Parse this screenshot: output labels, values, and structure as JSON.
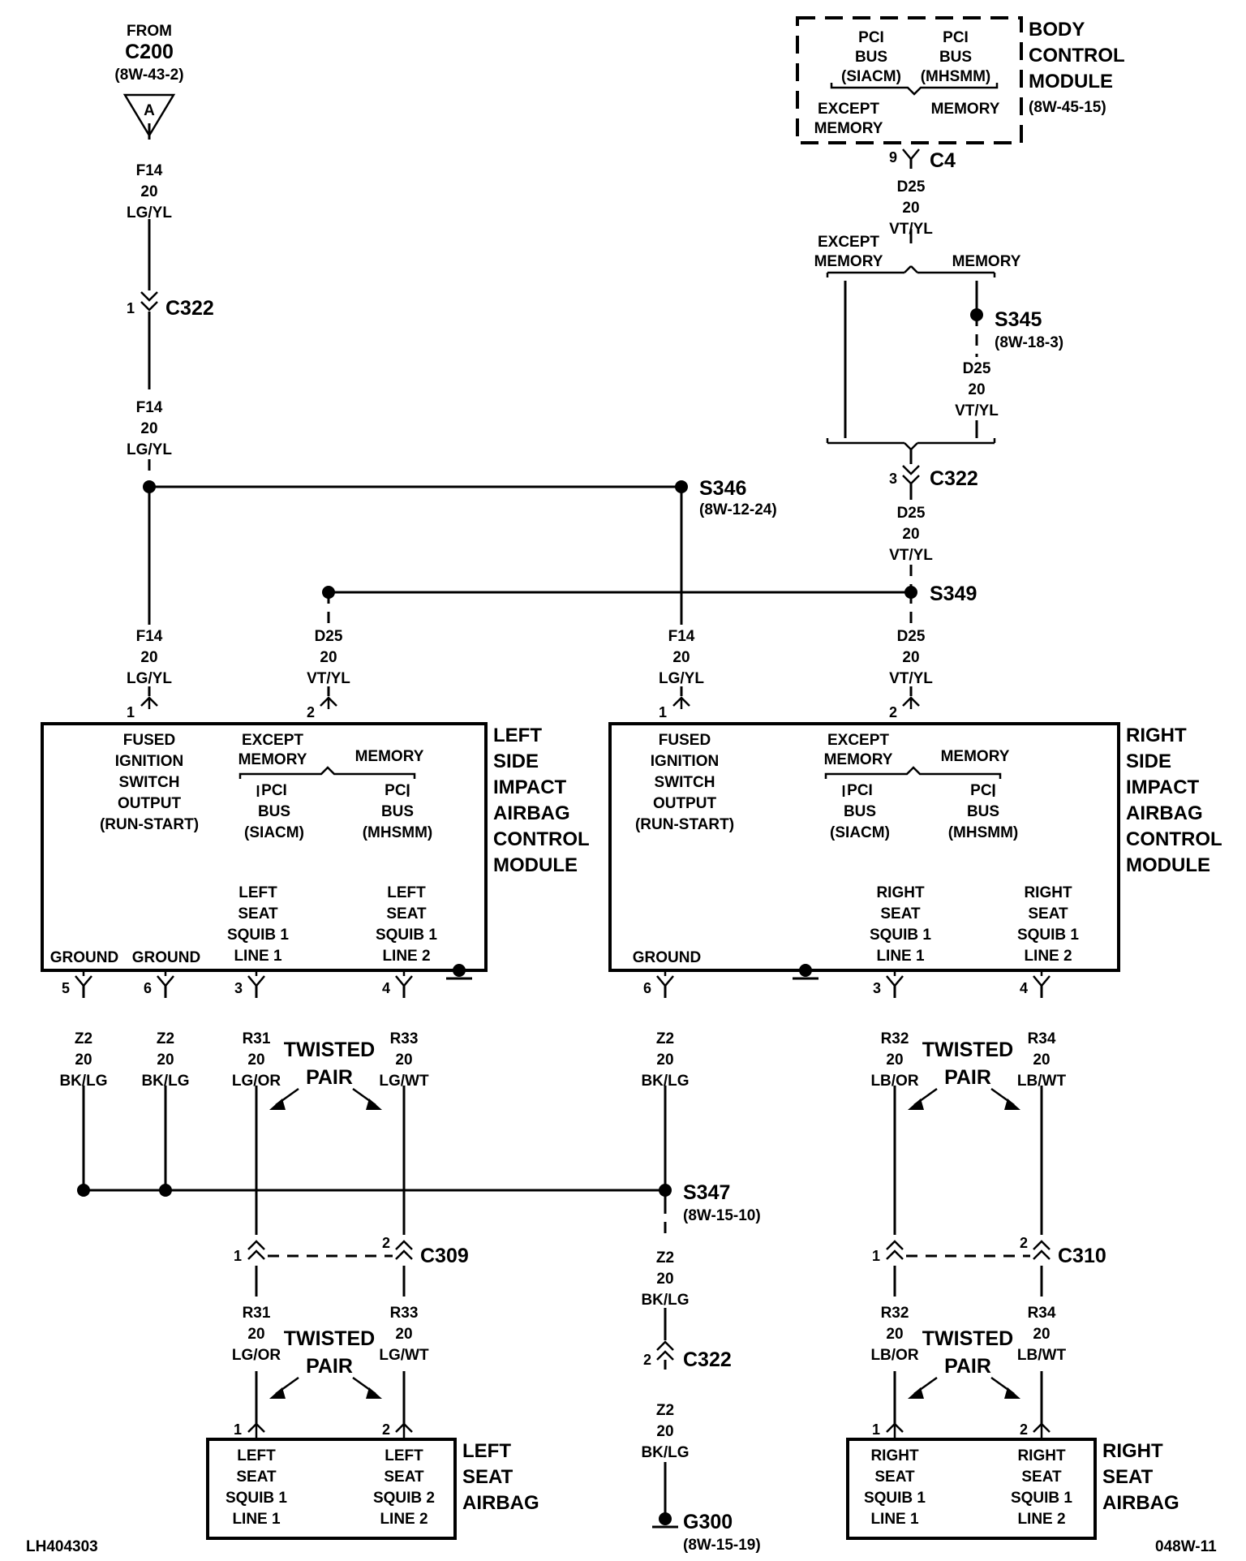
{
  "from": {
    "from_label": "FROM",
    "connector": "C200",
    "ref": "(8W-43-2)",
    "tri_letter": "A"
  },
  "wires": {
    "f14": [
      "F14",
      "20",
      "LG/YL"
    ],
    "d25": [
      "D25",
      "20",
      "VT/YL"
    ],
    "z2": [
      "Z2",
      "20",
      "BK/LG"
    ],
    "r31": [
      "R31",
      "20",
      "LG/OR"
    ],
    "r33": [
      "R33",
      "20",
      "LG/WT"
    ],
    "r32": [
      "R32",
      "20",
      "LB/OR"
    ],
    "r34": [
      "R34",
      "20",
      "LB/WT"
    ]
  },
  "connectors": {
    "c322": "C322",
    "c4": "C4",
    "c309": "C309",
    "c310": "C310"
  },
  "splices": {
    "s345": {
      "name": "S345",
      "ref": "(8W-18-3)"
    },
    "s346": {
      "name": "S346",
      "ref": "(8W-12-24)"
    },
    "s347": {
      "name": "S347",
      "ref": "(8W-15-10)"
    },
    "s349": {
      "name": "S349"
    }
  },
  "ground": {
    "name": "G300",
    "ref": "(8W-15-19)"
  },
  "bcm": {
    "title": [
      "BODY",
      "CONTROL",
      "MODULE"
    ],
    "ref": "(8W-45-15)",
    "pci_left": [
      "PCI",
      "BUS",
      "(SIACM)"
    ],
    "pci_right": [
      "PCI",
      "BUS",
      "(MHSMM)"
    ],
    "except": [
      "EXCEPT",
      "MEMORY"
    ],
    "memory": "MEMORY",
    "pin": "9"
  },
  "branch": {
    "except": [
      "EXCEPT",
      "MEMORY"
    ],
    "memory": "MEMORY"
  },
  "left_module": {
    "title": [
      "LEFT",
      "SIDE",
      "IMPACT",
      "AIRBAG",
      "CONTROL",
      "MODULE"
    ],
    "fused": [
      "FUSED",
      "IGNITION",
      "SWITCH",
      "OUTPUT",
      "(RUN-START)"
    ],
    "except": [
      "EXCEPT",
      "MEMORY"
    ],
    "memory": "MEMORY",
    "pci_left": [
      "PCI",
      "BUS",
      "(SIACM)"
    ],
    "pci_right": [
      "PCI",
      "BUS",
      "(MHSMM)"
    ],
    "ground1": "GROUND",
    "ground2": "GROUND",
    "squib1": [
      "LEFT",
      "SEAT",
      "SQUIB 1",
      "LINE 1"
    ],
    "squib2": [
      "LEFT",
      "SEAT",
      "SQUIB 1",
      "LINE 2"
    ]
  },
  "right_module": {
    "title": [
      "RIGHT",
      "SIDE",
      "IMPACT",
      "AIRBAG",
      "CONTROL",
      "MODULE"
    ],
    "fused": [
      "FUSED",
      "IGNITION",
      "SWITCH",
      "OUTPUT",
      "(RUN-START)"
    ],
    "except": [
      "EXCEPT",
      "MEMORY"
    ],
    "memory": "MEMORY",
    "pci_left": [
      "PCI",
      "BUS",
      "(SIACM)"
    ],
    "pci_right": [
      "PCI",
      "BUS",
      "(MHSMM)"
    ],
    "ground": "GROUND",
    "squib1": [
      "RIGHT",
      "SEAT",
      "SQUIB 1",
      "LINE 1"
    ],
    "squib2": [
      "RIGHT",
      "SEAT",
      "SQUIB 1",
      "LINE 2"
    ]
  },
  "twisted": [
    "TWISTED",
    "PAIR"
  ],
  "left_airbag": {
    "title": [
      "LEFT",
      "SEAT",
      "AIRBAG"
    ],
    "squib1": [
      "LEFT",
      "SEAT",
      "SQUIB 1",
      "LINE 1"
    ],
    "squib2": [
      "LEFT",
      "SEAT",
      "SQUIB 2",
      "LINE 2"
    ]
  },
  "right_airbag": {
    "title": [
      "RIGHT",
      "SEAT",
      "AIRBAG"
    ],
    "squib1": [
      "RIGHT",
      "SEAT",
      "SQUIB 1",
      "LINE 1"
    ],
    "squib2": [
      "RIGHT",
      "SEAT",
      "SQUIB 1",
      "LINE 2"
    ]
  },
  "pins": {
    "p1": "1",
    "p2": "2",
    "p3": "3",
    "p4": "4",
    "p5": "5",
    "p6": "6"
  },
  "footer": {
    "left": "LH404303",
    "right": "048W-11"
  }
}
